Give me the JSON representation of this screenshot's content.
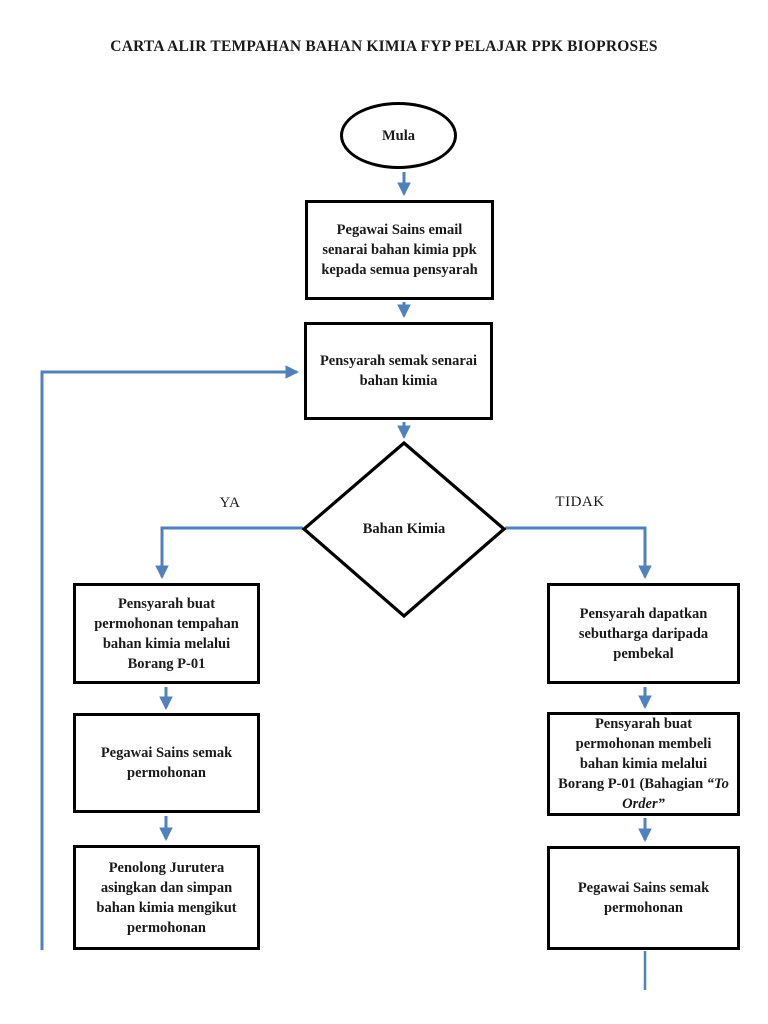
{
  "title": "CARTA ALIR TEMPAHAN BAHAN KIMIA FYP PELAJAR PPK BIOPROSES",
  "colors": {
    "arrow_blue": "#4f81bd",
    "shape_border": "#000000",
    "background": "#ffffff",
    "text": "#1a1a1a"
  },
  "nodes": {
    "start": {
      "type": "terminator",
      "label": "Mula"
    },
    "email_list": {
      "type": "process",
      "label": "Pegawai Sains email senarai bahan kimia ppk kepada semua pensyarah"
    },
    "check_list": {
      "type": "process",
      "label": "Pensyarah semak senarai bahan kimia"
    },
    "decision": {
      "type": "decision",
      "label": "Bahan Kimia"
    },
    "yes_branch": {
      "label": "YA",
      "steps": [
        {
          "label": "Pensyarah buat permohonan tempahan bahan kimia melalui Borang P-01"
        },
        {
          "label": "Pegawai Sains semak permohonan"
        },
        {
          "label": "Penolong Jurutera asingkan dan simpan bahan kimia mengikut permohonan"
        }
      ]
    },
    "no_branch": {
      "label": "TIDAK",
      "steps": [
        {
          "label": "Pensyarah dapatkan sebutharga daripada pembekal"
        },
        {
          "label": "Pensyarah buat permohonan membeli bahan kimia melalui Borang P-01 (Bahagian",
          "label_italic": "“To Order”"
        },
        {
          "label": "Pegawai Sains semak permohonan"
        }
      ]
    }
  }
}
